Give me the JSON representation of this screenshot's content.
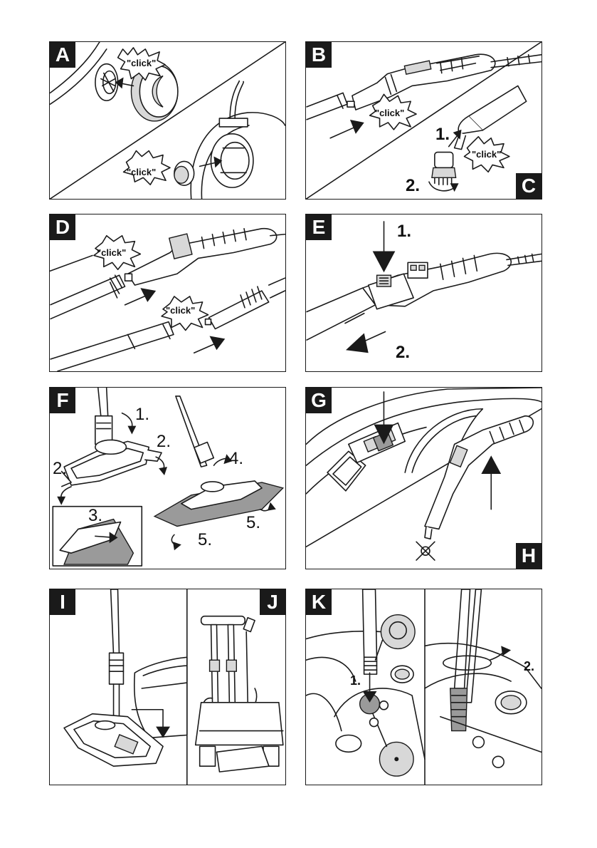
{
  "panels": {
    "A": {
      "letter": "A",
      "clicks": [
        "\"click\"",
        "\"click\""
      ]
    },
    "B": {
      "letter": "B",
      "clicks": [
        "\"click\""
      ]
    },
    "C": {
      "letter": "C",
      "clicks": [
        "\"click\""
      ],
      "steps": [
        "1.",
        "2."
      ]
    },
    "D": {
      "letter": "D",
      "clicks": [
        "\"click\"",
        "\"click\""
      ]
    },
    "E": {
      "letter": "E",
      "steps": [
        "1.",
        "2."
      ]
    },
    "F": {
      "letter": "F",
      "steps": [
        "1.",
        "2.",
        "2.",
        "3.",
        "4.",
        "5.",
        "5."
      ]
    },
    "G": {
      "letter": "G"
    },
    "H": {
      "letter": "H"
    },
    "I": {
      "letter": "I"
    },
    "J": {
      "letter": "J"
    },
    "K": {
      "letter": "K",
      "steps": [
        "1.",
        "2."
      ]
    }
  },
  "colors": {
    "ink": "#1a1a1a",
    "light_gray": "#d8d8d8",
    "mid_gray": "#9a9a9a"
  }
}
